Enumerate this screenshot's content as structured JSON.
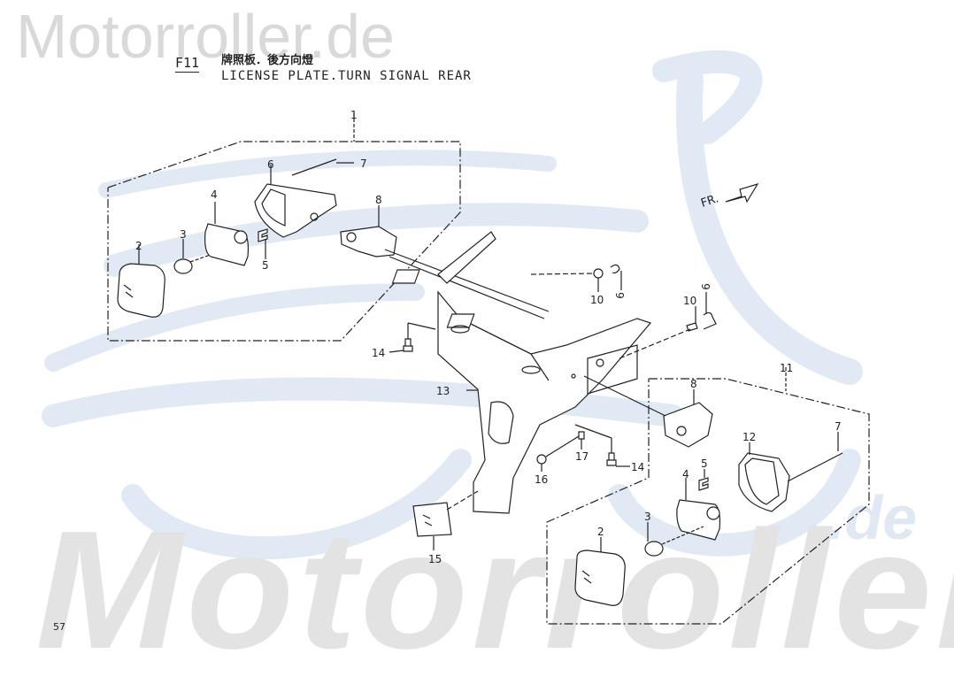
{
  "watermark": {
    "top_text": "Motorroller.de",
    "bottom_text": "Motorroller",
    "bottom_suffix": ".de"
  },
  "header": {
    "figure_code": "F11",
    "title_cjk": "牌照板．後方向燈",
    "title_en": "LICENSE PLATE.TURN SIGNAL REAR"
  },
  "direction_indicator": {
    "label": "FR.",
    "icon": "arrow-forward-icon"
  },
  "page_number": "57",
  "callouts": [
    {
      "id": "c1-top",
      "label": "1",
      "part": "rear turn signal assembly (left)"
    },
    {
      "id": "c2-left",
      "label": "2",
      "part": "lens"
    },
    {
      "id": "c3-left",
      "label": "3",
      "part": "bulb"
    },
    {
      "id": "c4-left",
      "label": "4",
      "part": "socket / gasket"
    },
    {
      "id": "c5-left",
      "label": "5",
      "part": "clip"
    },
    {
      "id": "c6-left",
      "label": "6",
      "part": "housing"
    },
    {
      "id": "c7-left",
      "label": "7",
      "part": "screw"
    },
    {
      "id": "c8-left",
      "label": "8",
      "part": "mount bracket"
    },
    {
      "id": "c9-a",
      "label": "9",
      "part": "clamp"
    },
    {
      "id": "c10-a",
      "label": "10",
      "part": "grommet"
    },
    {
      "id": "c9-b",
      "label": "9",
      "part": "clamp"
    },
    {
      "id": "c10-b",
      "label": "10",
      "part": "grommet"
    },
    {
      "id": "c11",
      "label": "11",
      "part": "rear turn signal assembly (right)"
    },
    {
      "id": "c12",
      "label": "12",
      "part": "housing"
    },
    {
      "id": "c13",
      "label": "13",
      "part": "license plate bracket"
    },
    {
      "id": "c14-a",
      "label": "14",
      "part": "bolt"
    },
    {
      "id": "c14-b",
      "label": "14",
      "part": "bolt"
    },
    {
      "id": "c15",
      "label": "15",
      "part": "reflector"
    },
    {
      "id": "c16",
      "label": "16",
      "part": "washer"
    },
    {
      "id": "c17",
      "label": "17",
      "part": "nut"
    },
    {
      "id": "c8-right",
      "label": "8",
      "part": "mount bracket"
    },
    {
      "id": "c7-right",
      "label": "7",
      "part": "screw"
    },
    {
      "id": "c5-right",
      "label": "5",
      "part": "clip"
    },
    {
      "id": "c4-right",
      "label": "4",
      "part": "socket / gasket"
    },
    {
      "id": "c3-right",
      "label": "3",
      "part": "bulb"
    },
    {
      "id": "c2-right",
      "label": "2",
      "part": "lens"
    }
  ],
  "colors": {
    "ink": "#222222",
    "watermark_gray": "#e0e0e0",
    "watermark_blue": "#dde7f2"
  }
}
